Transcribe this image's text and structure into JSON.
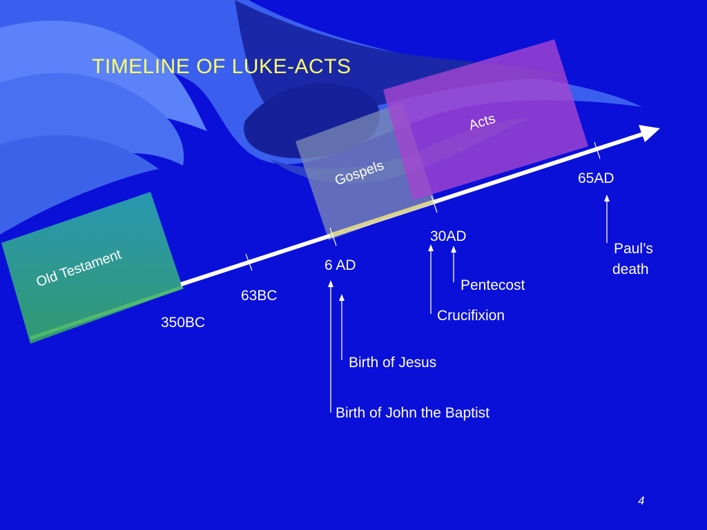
{
  "slide": {
    "title": "TIMELINE OF LUKE-ACTS",
    "page_number": "4",
    "background_color": "#0a10d8",
    "title_color": "#ffff66"
  },
  "periods": {
    "old_testament": {
      "label": "Old Testament",
      "color": "#2aa394"
    },
    "gospels": {
      "label": "Gospels",
      "color": "#6d78a8"
    },
    "acts": {
      "label": "Acts",
      "color": "#a346c9"
    }
  },
  "dates": {
    "d350bc": "350BC",
    "d63bc": "63BC",
    "d6ad": "6 AD",
    "d30ad": "30AD",
    "d65ad": "65AD"
  },
  "events": {
    "birth_of_jesus": "Birth of Jesus",
    "birth_of_john": "Birth of John the Baptist",
    "pentecost": "Pentecost",
    "crucifixion": "Crucifixion",
    "pauls_death_line1": "Paul’s",
    "pauls_death_line2": "death"
  }
}
